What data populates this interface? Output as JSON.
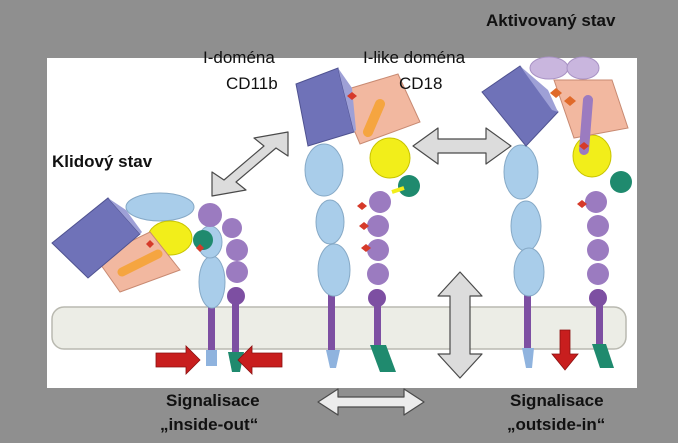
{
  "labels": {
    "activated_state": "Aktivovaný stav",
    "i_domain_line1": "I-doména",
    "i_domain_line2": "CD11b",
    "i_like_domain_line1": "I-like doména",
    "i_like_domain_line2": "CD18",
    "resting_state": "Klidový stav",
    "signal_left_line1": "Signalisace",
    "signal_left_line2": "„inside-out“",
    "signal_right_line1": "Signalisace",
    "signal_right_line2": "„outside-in“"
  },
  "colors": {
    "background": "#8f8f8f",
    "panel": "#ffffff",
    "membrane": "#ecede6",
    "beta_propeller": "#6f72b8",
    "thigh_calf": "#a9cdea",
    "alpha_tail": "#7d4fa2",
    "hybrid_domain": "#f2b8a0",
    "i_like_yellow": "#f2ee1a",
    "psi_teal": "#1f8a6e",
    "egf_purple": "#9b7bc0",
    "signal_arrow": "#c81e1e",
    "grey_arrow": "#d9d9d9"
  }
}
